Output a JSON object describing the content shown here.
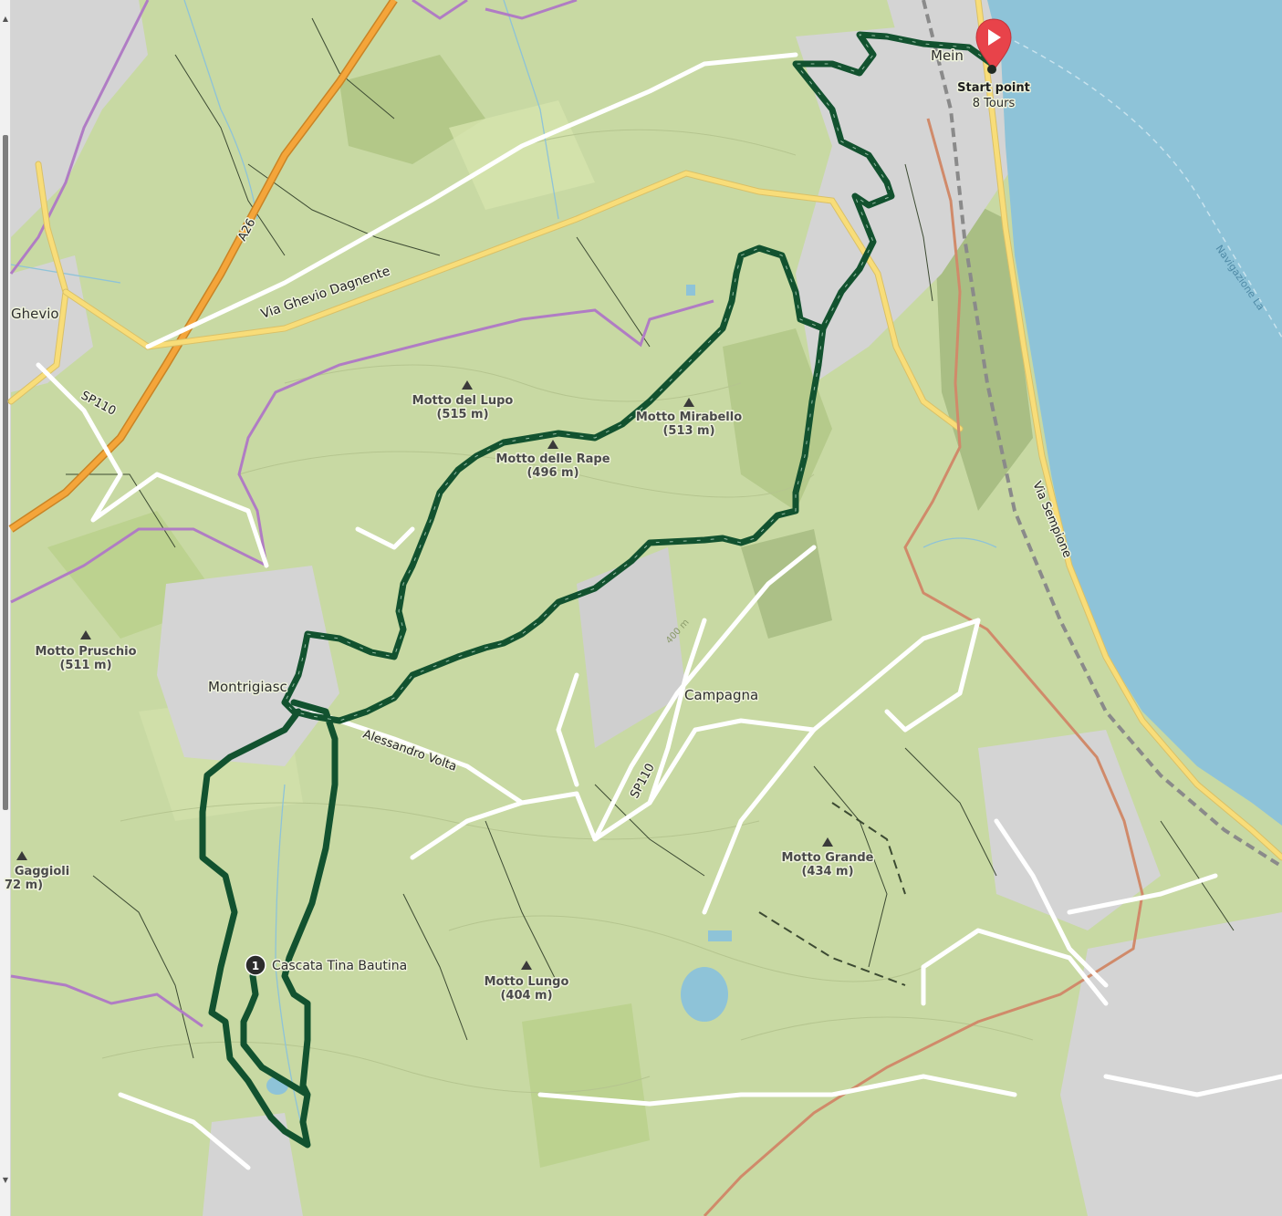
{
  "colors": {
    "land": "#c8d9a3",
    "forest": "#b9cf8a",
    "water": "#8ec3d8",
    "highway": "#f4a53a",
    "main_road": "#f8dd79",
    "minor_road": "#ffffff",
    "boundary": "#b07cc4",
    "rail": "#8a8a8a",
    "cycle_route": "#d08a6a",
    "route": "#12522f",
    "marker": "#e8434a"
  },
  "start_marker": {
    "icon": "start-pin-icon",
    "title": "Start point",
    "subtitle": "8 Tours"
  },
  "waypoints": [
    {
      "number": "1",
      "name": "Cascata Tina Bautina"
    }
  ],
  "peaks": [
    {
      "name": "Motto del Lupo",
      "elevation": "(515 m)"
    },
    {
      "name": "Motto Mirabello",
      "elevation": "(513 m)"
    },
    {
      "name": "Motto delle Rape",
      "elevation": "(496 m)"
    },
    {
      "name": "Motto Pruschio",
      "elevation": "(511 m)"
    },
    {
      "name": "Gaggioli",
      "elevation": "72 m)"
    },
    {
      "name": "Motto Grande",
      "elevation": "(434 m)"
    },
    {
      "name": "Motto Lungo",
      "elevation": "(404 m)"
    }
  ],
  "places": {
    "ghevio": "Ghevio",
    "montrigiasco": "Montrigiasc",
    "campagna": "Campagna",
    "meina": "Mein"
  },
  "roads": {
    "a26": "A26",
    "via_ghevio": "Via Ghevio Dagnente",
    "sp110_north": "SP110",
    "sp110_south": "SP110",
    "via_volta": "Alessandro Volta",
    "via_sempione": "Via Sempione",
    "navigazione": "Navigazione La",
    "contour": "400 m"
  },
  "scrollbar": {
    "up": "▲",
    "down": "▼"
  }
}
